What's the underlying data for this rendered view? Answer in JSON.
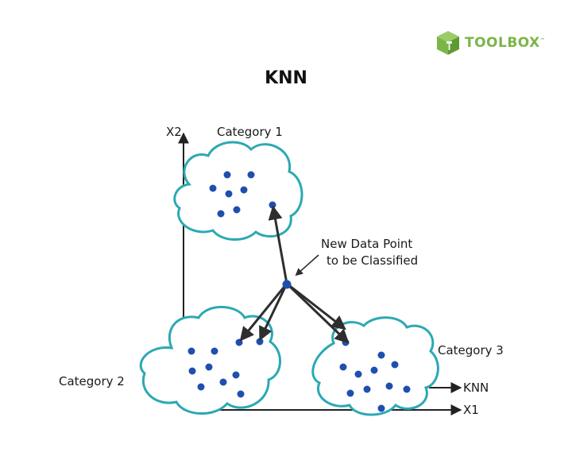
{
  "logo": {
    "text": "TOOLBOX",
    "tm": "™",
    "color": "#7ab648"
  },
  "title": "KNN",
  "axes": {
    "y_label": "X2",
    "x_label": "X1",
    "secondary_label": "KNN"
  },
  "categories": [
    {
      "id": "category-1",
      "label": "Category 1"
    },
    {
      "id": "category-2",
      "label": "Category 2"
    },
    {
      "id": "category-3",
      "label": "Category 3"
    }
  ],
  "new_point": {
    "label_line1": "New Data Point",
    "label_line2": "to be Classified"
  },
  "colors": {
    "cloud_outline": "#2ba9b3",
    "point": "#1f4fae",
    "arrow": "#2e2e2e",
    "axis": "#222222"
  }
}
